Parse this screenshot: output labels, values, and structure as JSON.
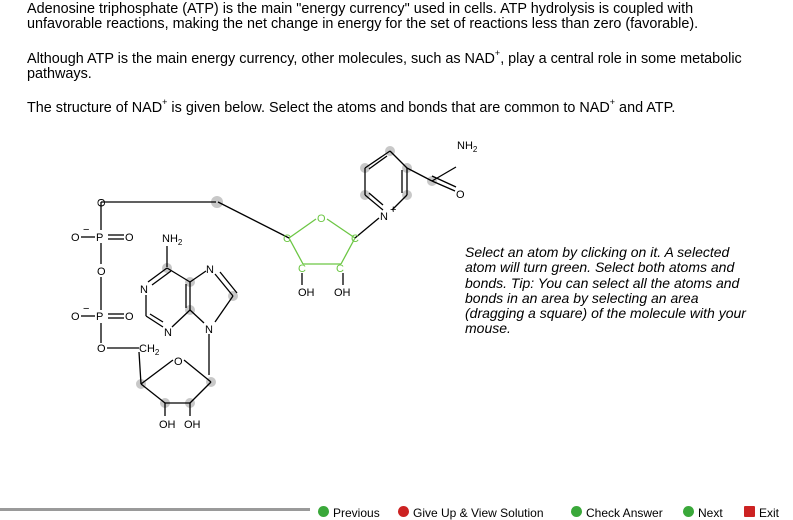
{
  "text": {
    "p1": "Adenosine triphosphate (ATP) is the main \"energy currency\" used in cells. ATP hydrolysis is coupled with unfavorable reactions, making the net change in energy for the set of reactions less than zero (favorable).",
    "p2_a": "Although ATP is the main energy currency, other molecules, such as NAD",
    "p2_sup": "+",
    "p2_b": ", play a central role in some metabolic pathways.",
    "p3_a": "The structure of NAD",
    "p3_sup": "+",
    "p3_b": " is given below. Select the atoms and bonds that are common to NAD",
    "p3_sup2": "+",
    "p3_c": " and ATP."
  },
  "molecule": {
    "labels": {
      "nh2_top": "NH",
      "nh2_top_sub": "2",
      "o_carbonyl": "O",
      "n_plus": "N",
      "plus": "+",
      "o_ring_top": "O",
      "c_ring": "C",
      "oh": "OH",
      "o": "O",
      "p": "P",
      "nh2_adenine": "NH",
      "nh2_adenine_sub": "2",
      "n": "N",
      "ch2": "CH",
      "ch2_sub": "2",
      "minus": "−"
    }
  },
  "instructions": "Select an atom by clicking on it. A selected atom will turn green. Select both atoms and bonds. Tip: You can select all the atoms and bonds in an area by selecting an area (dragging a square) of the molecule with your mouse.",
  "toolbar": {
    "buttons": [
      {
        "label": "Previous",
        "color": "#3aa83a"
      },
      {
        "label": "Give Up & View Solution",
        "color": "#cc2222"
      },
      {
        "label": "Check Answer",
        "color": "#3aa83a"
      },
      {
        "label": "Next",
        "color": "#3aa83a"
      },
      {
        "label": "Exit",
        "color": "#cc2222"
      }
    ]
  }
}
